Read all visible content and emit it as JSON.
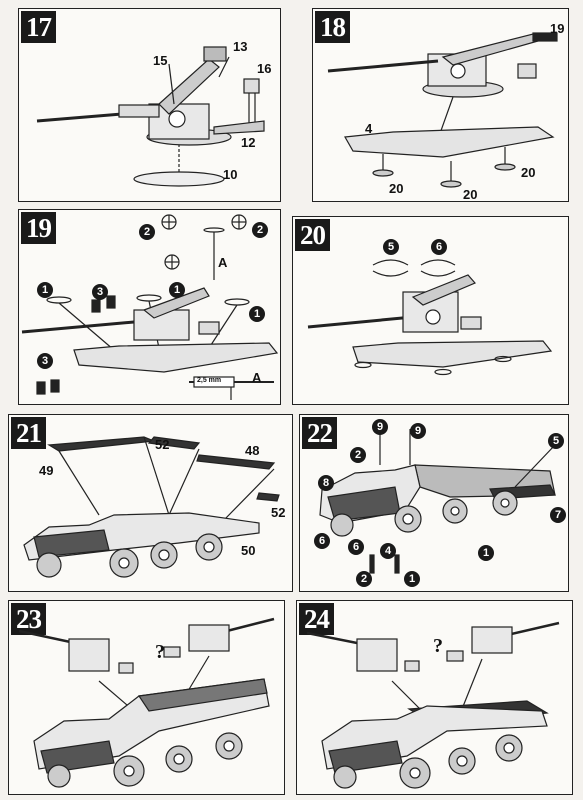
{
  "steps": [
    {
      "number": "17",
      "labels": [
        "15",
        "13",
        "16",
        "12",
        "10"
      ]
    },
    {
      "number": "18",
      "labels": [
        "19",
        "4",
        "20",
        "20",
        "20"
      ]
    },
    {
      "number": "19",
      "labels": [
        "2",
        "2",
        "A",
        "1",
        "1",
        "1",
        "3",
        "3",
        "2,5 mm",
        "A"
      ]
    },
    {
      "number": "20",
      "labels": [
        "5",
        "6"
      ]
    },
    {
      "number": "21",
      "labels": [
        "52",
        "48",
        "49",
        "52",
        "50"
      ]
    },
    {
      "number": "22",
      "labels": [
        "9",
        "9",
        "2",
        "8",
        "5",
        "7",
        "6",
        "6",
        "4",
        "2",
        "1",
        "1"
      ]
    },
    {
      "number": "23",
      "labels": [
        "?"
      ]
    },
    {
      "number": "24",
      "labels": [
        "?"
      ]
    }
  ]
}
